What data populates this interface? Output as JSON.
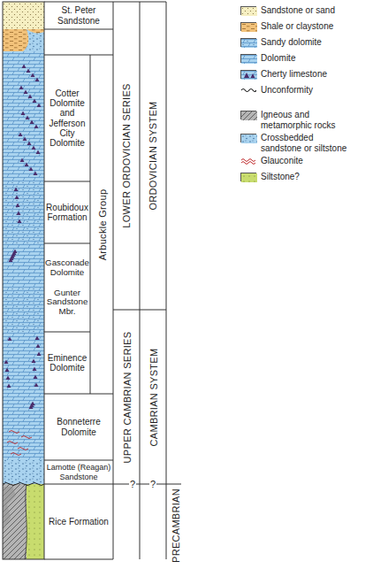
{
  "diagram": {
    "nodes": [
      {
        "text": [
          "St. Peter Sandstone"
        ]
      },
      {
        "text": [
          "Cotter Dolomite and Jefferson City Dolomite"
        ]
      },
      {
        "text": [
          "Roubidoux Formation"
        ]
      },
      {
        "text": [
          "Gasconade Dolomite",
          "Gunter Sandstone Mbr."
        ]
      },
      {
        "text": [
          "Eminence Dolomite"
        ]
      },
      {
        "text": [
          "Arbuckle Group"
        ]
      },
      {
        "text": [
          "Bonneterre Dolomite"
        ]
      },
      {
        "text": [
          "Lamotte (Reagan) Sandstone"
        ]
      },
      {
        "text": [
          "Rice Formation"
        ]
      },
      {
        "text": [
          "LOWER ORDOVICIAN SERIES"
        ]
      },
      {
        "text": [
          "UPPER CAMBRIAN SERIES"
        ]
      },
      {
        "text": [
          "ORDOVICIAN SYSTEM"
        ]
      },
      {
        "text": [
          "CAMBRIAN SYSTEM"
        ]
      }
    ],
    "labels": [
      "?",
      "?",
      "PRECAMBRIAN"
    ],
    "legend": [
      {
        "text": "Sandstone or sand",
        "color": "#f6efc2"
      },
      {
        "text": "Shale or claystone",
        "color": "#f2c27a"
      },
      {
        "text": "Sandy dolomite",
        "color": "#a9d3ef"
      },
      {
        "text": "Dolomite",
        "color": "#a9d3ef"
      },
      {
        "text": "Cherty limestone",
        "color": "#a9d3ef"
      },
      {
        "text": "Unconformity"
      },
      {
        "text": "Igneous and metamorphic rocks",
        "color": "#b4b4b4"
      },
      {
        "text": "Crossbedded sandstone or siltstone",
        "color": "#a9d3ef"
      },
      {
        "text": "Glauconite"
      },
      {
        "text": "Siltstone?",
        "color": "#c8dc6e"
      }
    ]
  }
}
